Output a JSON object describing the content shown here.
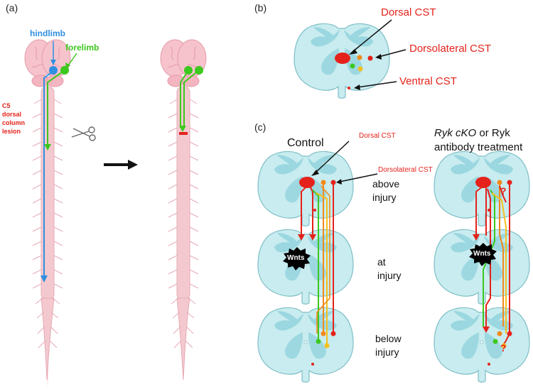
{
  "panel_a": {
    "label": "(a)",
    "hindlimb": "hindlimb",
    "forelimb": "forelimb",
    "lesion_lines": [
      "C5",
      "dorsal",
      "column",
      "lesion"
    ]
  },
  "panel_b": {
    "label": "(b)",
    "dorsal_cst": "Dorsal CST",
    "dorsolateral_cst": "Dorsolateral CST",
    "ventral_cst": "Ventral CST"
  },
  "panel_c": {
    "label": "(c)",
    "control": "Control",
    "dorsal_cst": "Dorsal CST",
    "dorsolateral_cst": "Dorsolateral CST",
    "ryk_italic": "Ryk cKO",
    "ryk_rest": " or Ryk",
    "ryk_line2": "antibody treatment",
    "above_1": "above",
    "above_2": "injury",
    "at_1": "at",
    "at_2": "injury",
    "below_1": "below",
    "below_2": "injury",
    "wnts_left": "Wnts",
    "wnts_right": "Wnts",
    "question_1": "?",
    "question_2": "?"
  },
  "colors": {
    "red": "#e4221b",
    "green": "#3cc81e",
    "orange": "#f08a1c",
    "yellow": "#f4c11f",
    "blue": "#2f8fe0",
    "cord": "#c8ecef",
    "spine": "#f3c9cf"
  }
}
